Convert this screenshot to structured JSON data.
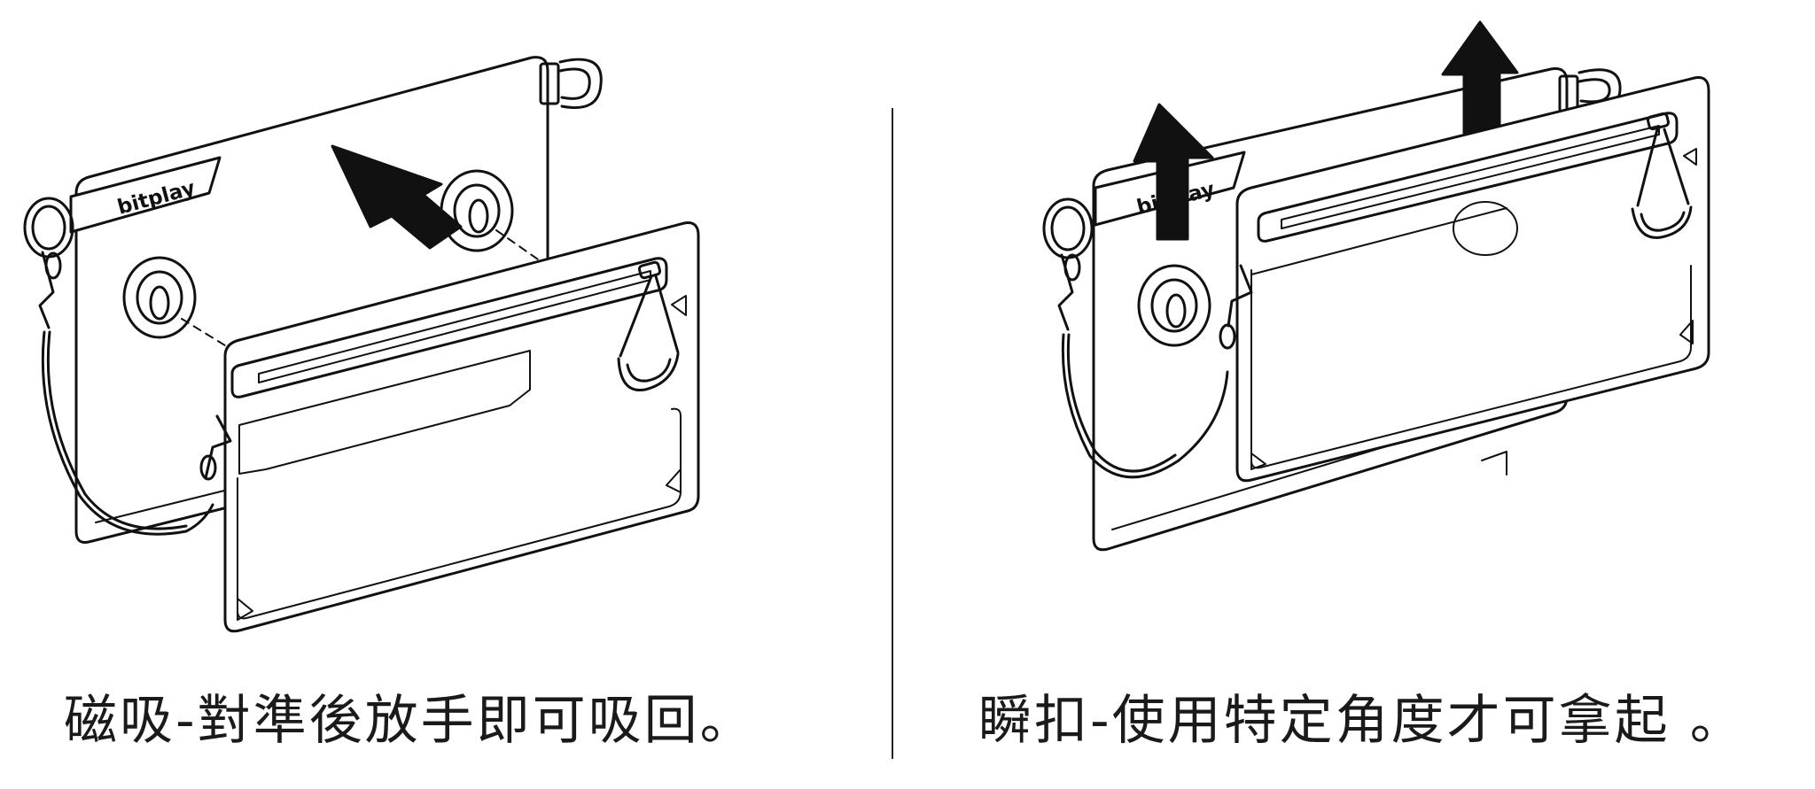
{
  "panels": [
    {
      "id": "magnet",
      "caption": "磁吸-對準後放手即可吸回。",
      "brand": "bitplay",
      "arrow": "diagonal-up-left"
    },
    {
      "id": "snap",
      "caption": "瞬扣-使用特定角度才可拿起 。",
      "brand": "bitplay",
      "arrow": "double-up"
    }
  ],
  "colors": {
    "line": "#111111",
    "background": "#ffffff"
  }
}
